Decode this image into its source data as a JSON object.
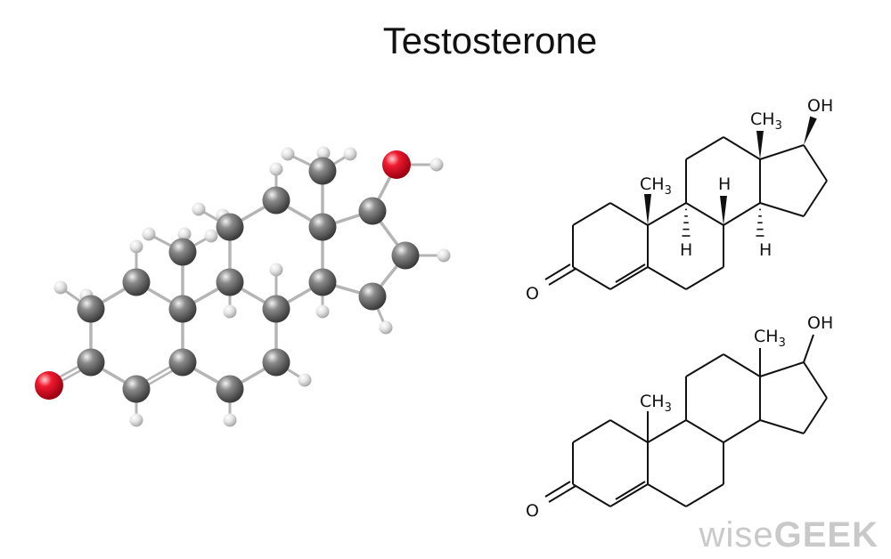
{
  "title": "Testosterone",
  "labels": {
    "oxygen": "O",
    "hydroxyl": "OH",
    "methyl": "CH",
    "methyl_sub": "3",
    "hydrogen": "H"
  },
  "watermark": {
    "part1": "wise",
    "part2": "GEEK"
  },
  "colors": {
    "carbon": "#6a6a6a",
    "oxygen": "#e8132a",
    "hydrogen": "#e6e6e6",
    "bond": "#b5b5b5"
  }
}
